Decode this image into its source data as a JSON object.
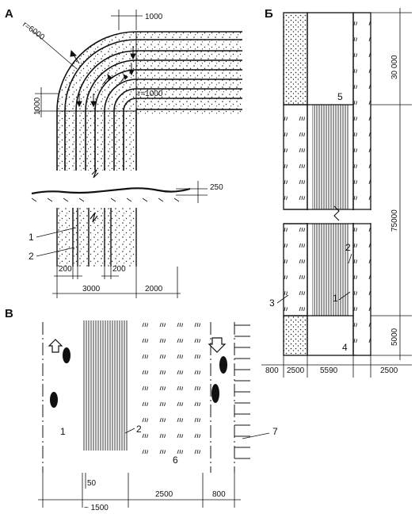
{
  "panels": {
    "a": {
      "letter": "А",
      "radius_outer": "r=6000",
      "radius_inner": "r=1000",
      "dim_top": "1000",
      "dim_left": "1000",
      "dim_offset": "250",
      "dim_200_left": "200",
      "dim_200_right": "200",
      "dim_3000": "3000",
      "dim_2000": "2000",
      "callout_1": "1",
      "callout_2": "2"
    },
    "b": {
      "letter": "Б",
      "dim_30000": "30 000",
      "dim_75000": "75000",
      "dim_5000": "5000",
      "dim_800": "800",
      "dim_2500_left": "2500",
      "dim_5590": "5590",
      "dim_2500_right": "2500",
      "callout_5": "5",
      "callout_2": "2",
      "callout_1": "1",
      "callout_3": "3",
      "callout_4": "4"
    },
    "v": {
      "letter": "В",
      "dim_50": "50",
      "dim_1500": "~ 1500",
      "dim_2500": "2500",
      "dim_800": "800",
      "callout_1": "1",
      "callout_2": "2",
      "callout_6": "6",
      "callout_7": "7"
    }
  }
}
